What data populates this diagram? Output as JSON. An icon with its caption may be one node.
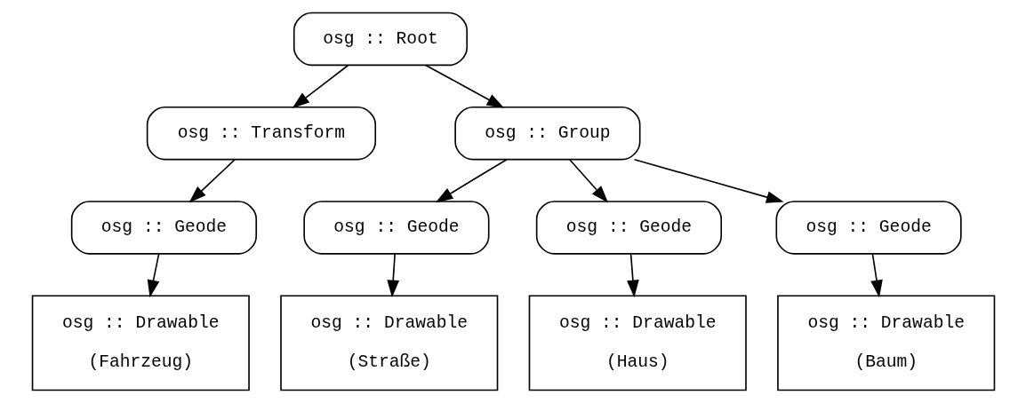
{
  "diagram": {
    "nodes": [
      {
        "text": [
          "osg :: Root"
        ]
      },
      {
        "text": [
          "osg :: Transform"
        ]
      },
      {
        "text": [
          "osg :: Group"
        ]
      },
      {
        "text": [
          "osg :: Geode"
        ]
      },
      {
        "text": [
          "osg :: Geode"
        ]
      },
      {
        "text": [
          "osg :: Geode"
        ]
      },
      {
        "text": [
          "osg :: Geode"
        ]
      },
      {
        "text": [
          "osg :: Drawable",
          "(Fahrzeug)"
        ]
      },
      {
        "text": [
          "osg :: Drawable",
          "(Straße)"
        ]
      },
      {
        "text": [
          "osg :: Drawable",
          "(Haus)"
        ]
      },
      {
        "text": [
          "osg :: Drawable",
          "(Baum)"
        ]
      }
    ],
    "edges": [
      {
        "from": 0,
        "to": 1,
        "arrow": "to"
      },
      {
        "from": 0,
        "to": 2,
        "arrow": "to"
      },
      {
        "from": 1,
        "to": 3,
        "arrow": "to"
      },
      {
        "from": 2,
        "to": 4,
        "arrow": "to"
      },
      {
        "from": 2,
        "to": 5,
        "arrow": "to"
      },
      {
        "from": 2,
        "to": 6,
        "arrow": "to"
      },
      {
        "from": 3,
        "to": 7,
        "arrow": "to"
      },
      {
        "from": 4,
        "to": 8,
        "arrow": "to"
      },
      {
        "from": 5,
        "to": 9,
        "arrow": "to"
      },
      {
        "from": 6,
        "to": 10,
        "arrow": "to"
      }
    ]
  }
}
